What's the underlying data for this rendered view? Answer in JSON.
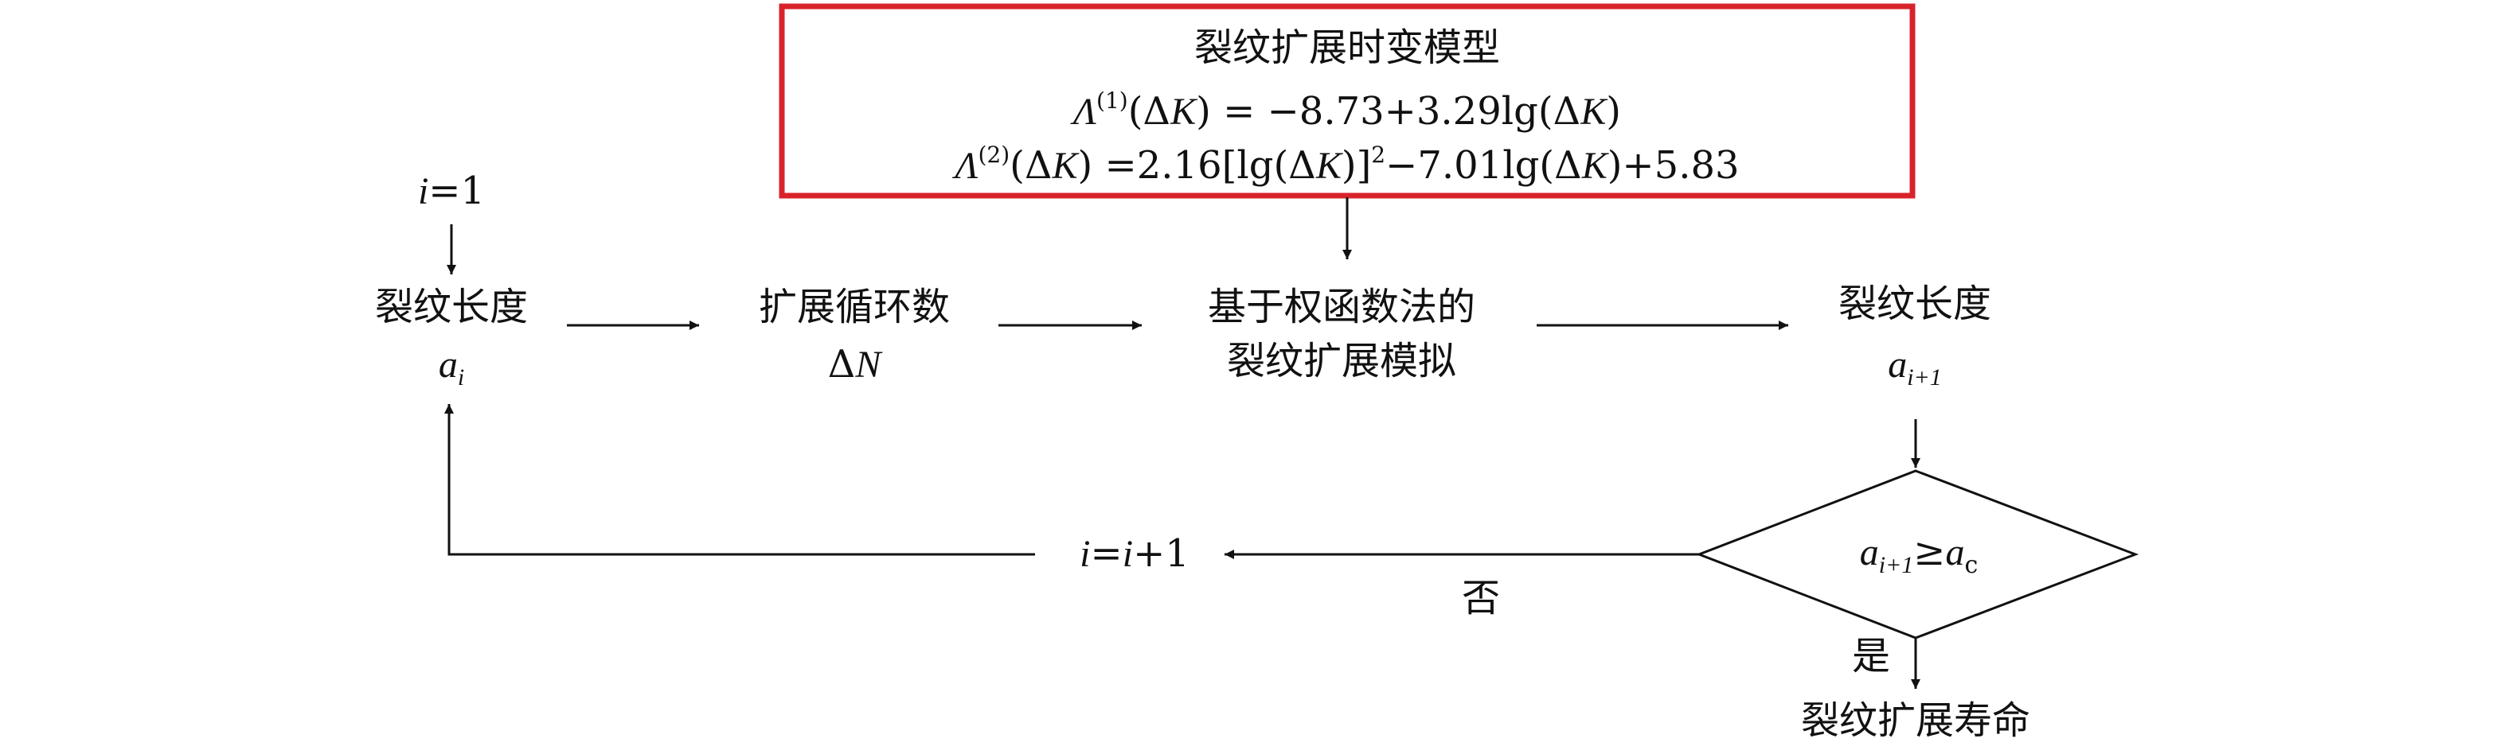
{
  "model_box": {
    "title": "裂纹扩展时变模型",
    "eq1": {
      "sym": "Λ",
      "sup": "(1)",
      "open": "(Δ",
      "var": "K",
      "close": ")",
      "rhs_a": " = −8.73+3.29lg(Δ",
      "rhs_var": "K",
      "rhs_b": ")"
    },
    "eq2": {
      "sym": "Λ",
      "sup": "(2)",
      "open": "(Δ",
      "var": "K",
      "close": ")",
      "rhs_a": " =2.16[lg(Δ",
      "rhs_var": "K",
      "rhs_b": ")]",
      "sup2": "2",
      "rhs_c": "−7.01lg(Δ",
      "rhs_var2": "K",
      "rhs_d": ")+5.83"
    }
  },
  "init": {
    "var": "i",
    "rest": "=1"
  },
  "node1": {
    "label": "裂纹长度",
    "var": "a",
    "sub": "i"
  },
  "node2": {
    "label": "扩展循环数",
    "delta": "Δ",
    "var": "N"
  },
  "node3": {
    "line1": "基于权函数法的",
    "line2": "裂纹扩展模拟"
  },
  "node4": {
    "label": "裂纹长度",
    "var": "a",
    "sub": "i+1"
  },
  "decision": {
    "var": "a",
    "sub": "i+1",
    "op": "≥",
    "var2": "a",
    "sub2": "c"
  },
  "increment": {
    "v1": "i",
    "eq": "=",
    "v2": "i",
    "rest": "+1"
  },
  "no_label": "否",
  "yes_label": "是",
  "result": "裂纹扩展寿命",
  "colors": {
    "box_border": "#d9232b",
    "line": "#111111"
  }
}
